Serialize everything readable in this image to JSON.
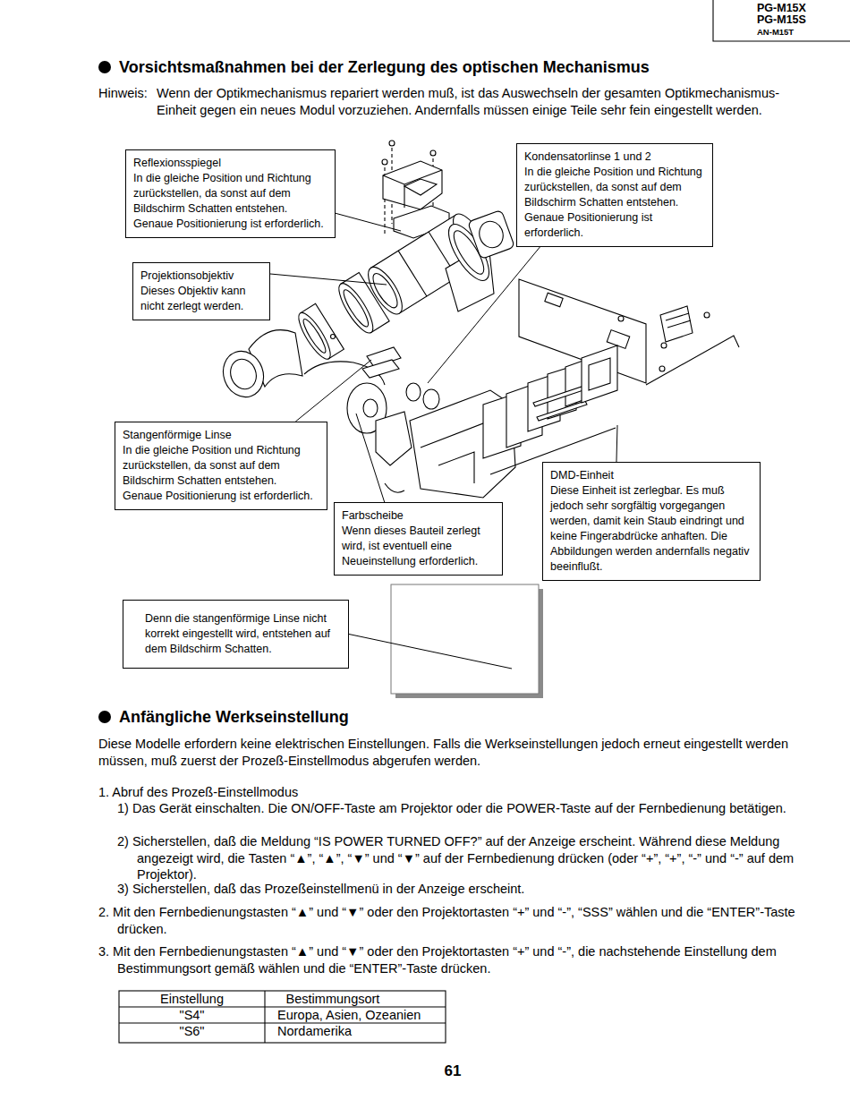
{
  "diagram": {
    "title": "Vorsichtsmaßnahmen bei der Zerlegung des optischen Mechanismus",
    "nodes": [
      {
        "text": [
          "Reflexionsspiegel",
          "In die gleiche Position und Richtung zurückstellen, da sonst auf dem Bildschirm Schatten entstehen. Genaue Positionierung ist erforderlich."
        ]
      },
      {
        "text": [
          "Kondensatorlinse 1 und 2",
          "In die gleiche Position und Richtung zurückstellen, da sonst auf dem Bildschirm Schatten entstehen. Genaue Positionierung ist erforderlich."
        ]
      },
      {
        "text": [
          "Projektionsobjektiv",
          "Dieses Objektiv kann nicht zerlegt werden."
        ]
      },
      {
        "text": [
          "Stangenförmige Linse",
          "In die gleiche Position und Richtung zurückstellen, da sonst auf dem Bildschirm Schatten entstehen. Genaue Positionierung ist erforderlich."
        ]
      },
      {
        "text": [
          "Farbscheibe",
          "Wenn dieses Bauteil zerlegt wird, ist eventuell eine Neueinstellung erforderlich."
        ]
      },
      {
        "text": [
          "DMD-Einheit",
          "Diese Einheit ist zerlegbar. Es muß jedoch sehr sorgfältig vorgegangen werden, damit kein Staub eindringt und keine Fingerabdrücke anhaften. Die Abbildungen werden andernfalls negativ beeinflußt."
        ]
      },
      {
        "text": [
          "Denn die stangenförmige Linse nicht korrekt eingestellt wird, entstehen auf dem Bildschirm Schatten."
        ]
      }
    ],
    "labels": [
      "PG-M15X",
      "PG-M15S",
      "AN-M15T",
      "Hinweis:",
      "Wenn der Optikmechanismus repariert werden muß, ist das Auswechseln der gesamten Optikmechanismus-Einheit gegen ein neues Modul vorzuziehen. Andernfalls müssen einige Teile sehr fein eingestellt werden.",
      "Anfängliche Werkseinstellung",
      "Diese Modelle erfordern keine elektrischen Einstellungen. Falls die Werkseinstellungen jedoch erneut eingestellt werden müssen, muß zuerst der Prozeß-Einstellmodus abgerufen werden.",
      "1. Abruf des Prozeß-Einstellmodus",
      "1) Das Gerät einschalten. Die ON/OFF-Taste am Projektor oder die POWER-Taste auf der Fernbedienung betätigen.",
      "2) Sicherstellen, daß die Meldung “IS POWER TURNED OFF?” auf der Anzeige erscheint. Während diese Meldung angezeigt wird, die Tasten “▲”, “▲”, “▼” und “▼” auf der Fernbedienung drücken (oder “+”, “+”, “-” und “-” auf dem Projektor).",
      "3) Sicherstellen, daß das Prozeßeinstellmenü in der Anzeige erscheint.",
      "2. Mit den Fernbedienungstasten “▲” und “▼” oder den Projektortasten “+” und “-”, “SSS” wählen und die “ENTER”-Taste drücken.",
      "3. Mit den Fernbedienungstasten “▲” und “▼” oder den Projektortasten “+” und “-”, die nachstehende Einstellung dem Bestimmungsort gemäß wählen und die “ENTER”-Taste drücken.",
      "Einstellung",
      "Bestimmungsort",
      "\"S4\"",
      "Europa, Asien, Ozeanien",
      "\"S6\"",
      "Nordamerika",
      "61"
    ]
  }
}
